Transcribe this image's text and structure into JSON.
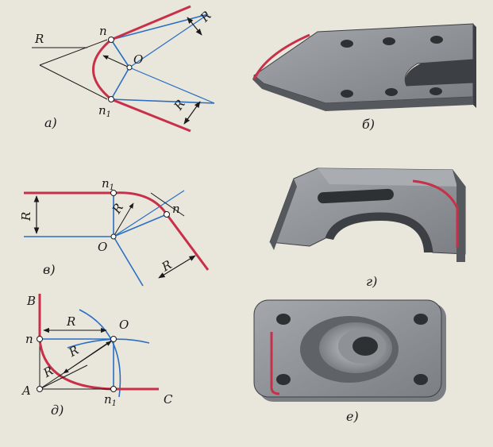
{
  "colors": {
    "paper": "#e9e6dc",
    "red": "#c8304a",
    "blue": "#2a6fc4",
    "ink": "#1a1a1a",
    "part_face": "#8e9297",
    "part_side": "#55595e",
    "part_dark": "#3c3f43"
  },
  "panel_a": {
    "caption": "а)",
    "label_R": "R",
    "label_R2": "R",
    "label_R3": "R",
    "label_n": "n",
    "label_n1": "n",
    "label_n1_sub": "1",
    "label_O": "O"
  },
  "panel_b": {
    "caption": "б)"
  },
  "panel_v": {
    "caption": "в)",
    "label_R": "R",
    "label_R2": "R",
    "label_R3": "R",
    "label_n1": "n",
    "label_n1_sub": "1",
    "label_n": "n",
    "label_O": "O"
  },
  "panel_g": {
    "caption": "г)"
  },
  "panel_d": {
    "caption": "д)",
    "label_B": "B",
    "label_n": "n",
    "label_O": "O",
    "label_A": "A",
    "label_n1": "n",
    "label_n1_sub": "1",
    "label_C": "C",
    "label_R1": "R",
    "label_R2": "R",
    "label_R3": "R"
  },
  "panel_e": {
    "caption": "е)"
  }
}
